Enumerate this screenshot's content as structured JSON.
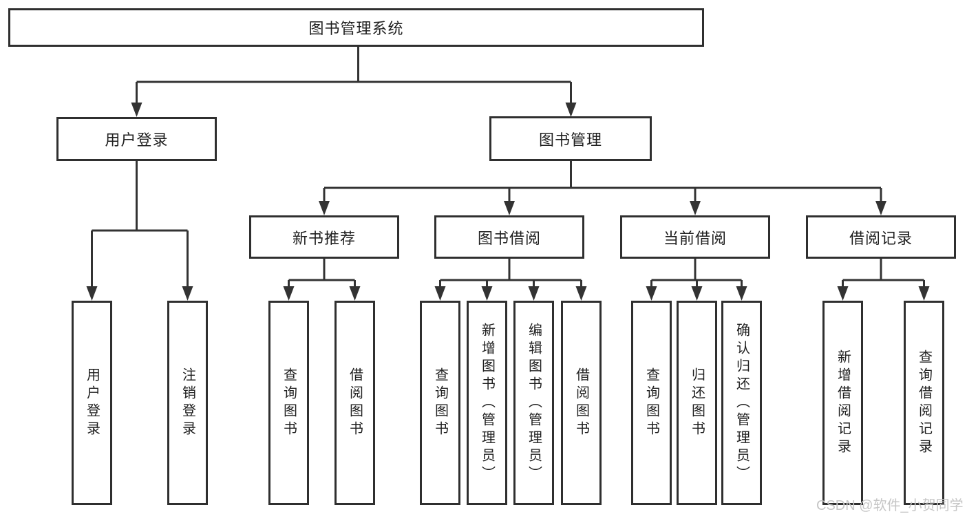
{
  "diagram": {
    "root": {
      "label": "图书管理系统"
    },
    "login_branch": {
      "label": "用户登录",
      "children": [
        "用户登录",
        "注销登录"
      ]
    },
    "management_branch": {
      "label": "图书管理",
      "groups": [
        {
          "label": "新书推荐",
          "children": [
            "查询图书",
            "借阅图书"
          ]
        },
        {
          "label": "图书借阅",
          "children": [
            "查询图书",
            "新增图书（管理员）",
            "编辑图书（管理员）",
            "借阅图书"
          ]
        },
        {
          "label": "当前借阅",
          "children": [
            "查询图书",
            "归还图书",
            "确认归还（管理员）"
          ]
        },
        {
          "label": "借阅记录",
          "children": [
            "新增借阅记录",
            "查询借阅记录"
          ]
        }
      ]
    }
  },
  "watermark": "CSDN @软件_小贺同学",
  "colors": {
    "line": "#333333",
    "box_border": "#2f2f2f",
    "text": "#1f1f1f",
    "watermark": "#c6c6c6",
    "background": "#ffffff"
  }
}
